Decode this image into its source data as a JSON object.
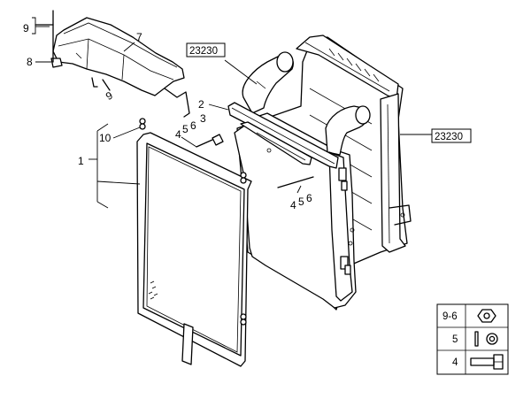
{
  "callouts": {
    "c9_top": "9",
    "c9_low": "9",
    "c7": "7",
    "c8": "8",
    "c2": "2",
    "c3": "3",
    "c4_upper": "4",
    "c5_upper": "5",
    "c6_upper": "6",
    "c10": "10",
    "c1": "1",
    "c4_lower": "4",
    "c5_lower": "5",
    "c6_lower": "6"
  },
  "references": {
    "ref_top": "23230",
    "ref_right": "23230"
  },
  "legend": {
    "rows": [
      {
        "label": "9-6",
        "icon": "hex-nut-icon"
      },
      {
        "label": "5",
        "icon": "washer-icon"
      },
      {
        "label": "4",
        "icon": "hex-bolt-icon"
      }
    ]
  }
}
